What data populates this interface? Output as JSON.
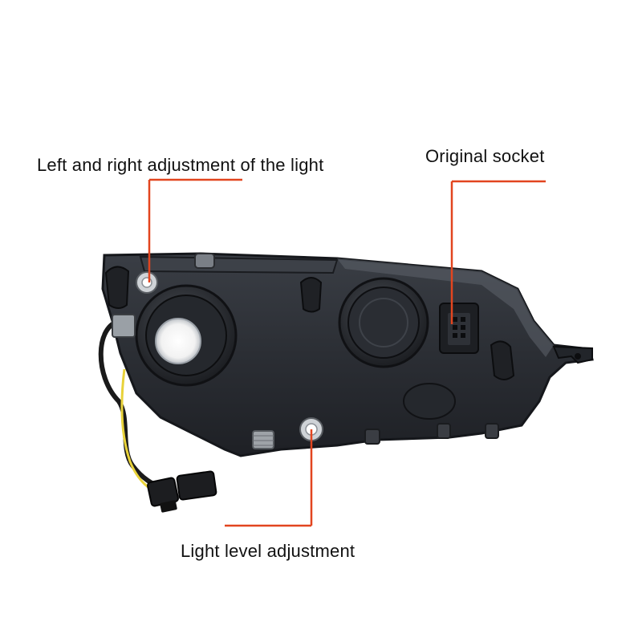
{
  "annotations": {
    "left_right_adjustment": "Left and right adjustment of the light",
    "original_socket": "Original socket",
    "light_level_adjustment": "Light level adjustment"
  },
  "colors": {
    "callout_line": "#e2451f",
    "housing": "#2a2d33",
    "housing_edge": "#15171b",
    "wire_yellow": "#e8d23a"
  }
}
